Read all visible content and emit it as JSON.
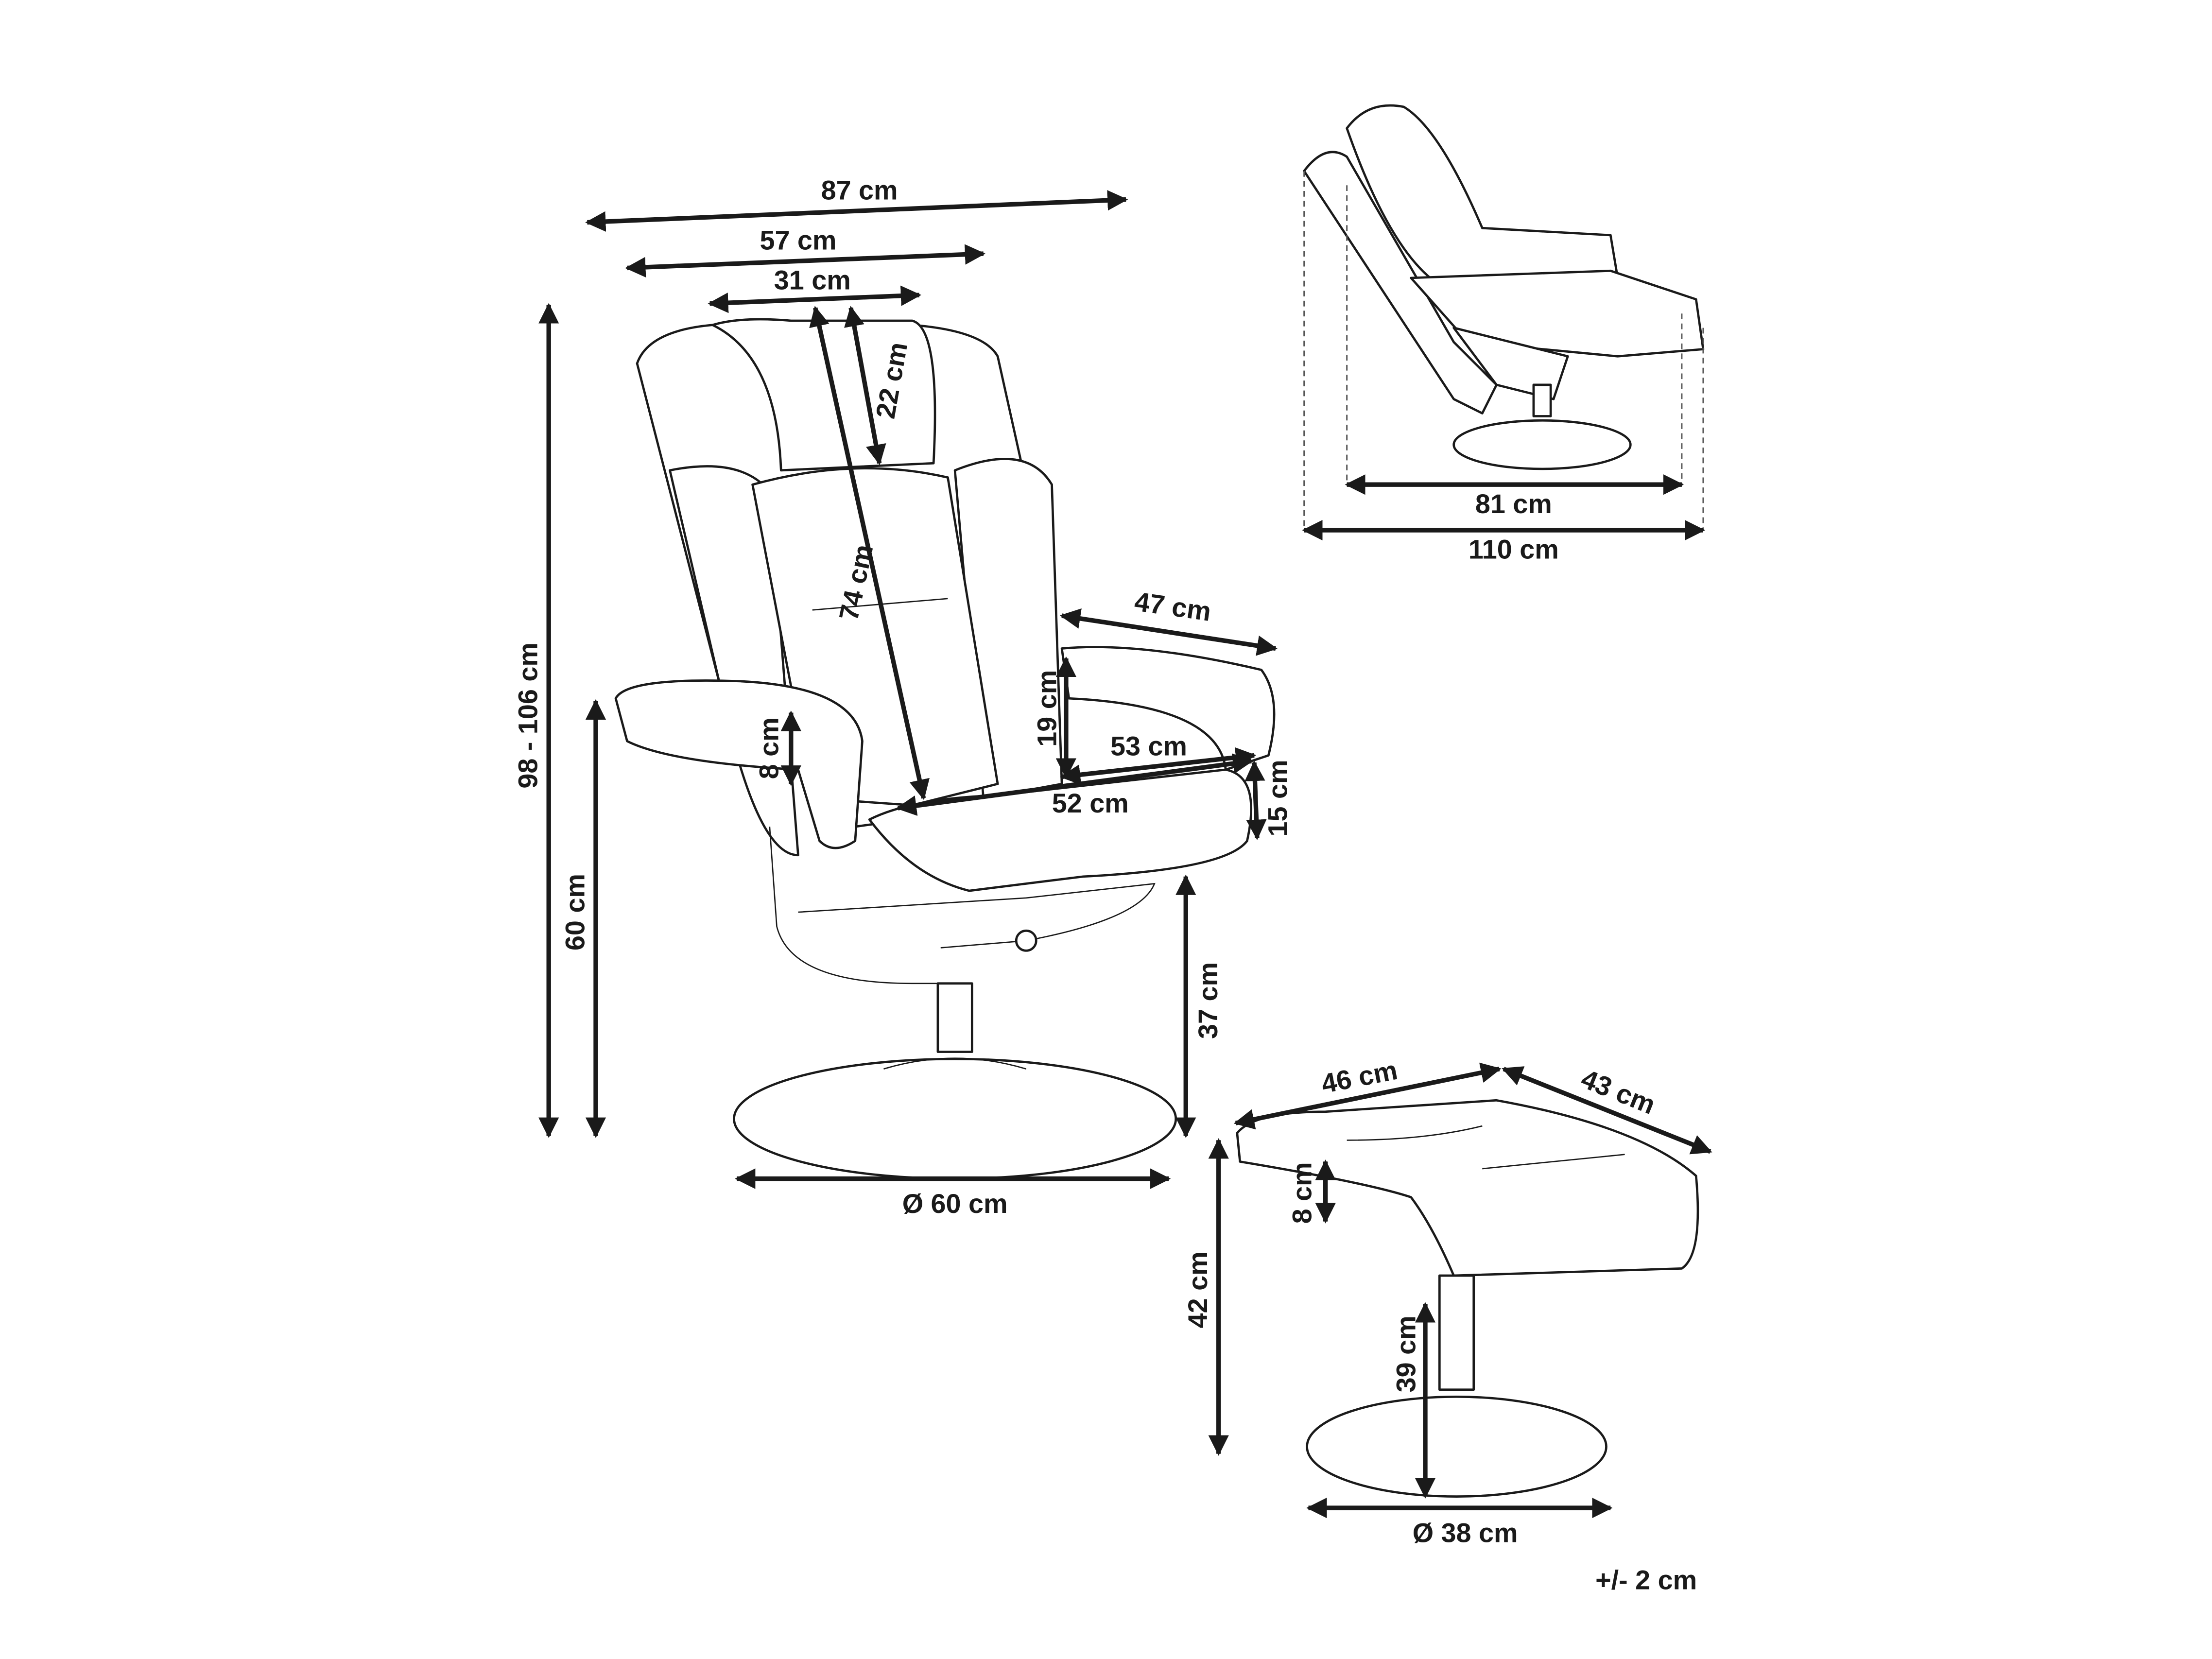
{
  "dimensions": {
    "total_width": "87 cm",
    "seat_area_width": "57 cm",
    "headrest_width": "31 cm",
    "backrest_height": "74 cm",
    "headrest_height": "22 cm",
    "total_height": "98 - 106 cm",
    "armrest_height": "60 cm",
    "armrest_thickness": "8 cm",
    "armrest_depth": "47 cm",
    "armrest_above_seat": "19 cm",
    "seat_width_back": "53 cm",
    "seat_width_front": "52 cm",
    "seat_thickness": "15 cm",
    "seat_height": "37 cm",
    "base_diameter": "Ø 60 cm",
    "reclined_base_depth": "81 cm",
    "reclined_total_depth": "110 cm",
    "ottoman_width": "46 cm",
    "ottoman_depth": "43 cm",
    "ottoman_cushion": "8 cm",
    "ottoman_height": "42 cm",
    "ottoman_stem_height": "39 cm",
    "ottoman_base_diameter": "Ø 38 cm"
  },
  "tolerance": "+/- 2 cm",
  "colors": {
    "line": "#1a1a1a",
    "background": "#ffffff"
  }
}
